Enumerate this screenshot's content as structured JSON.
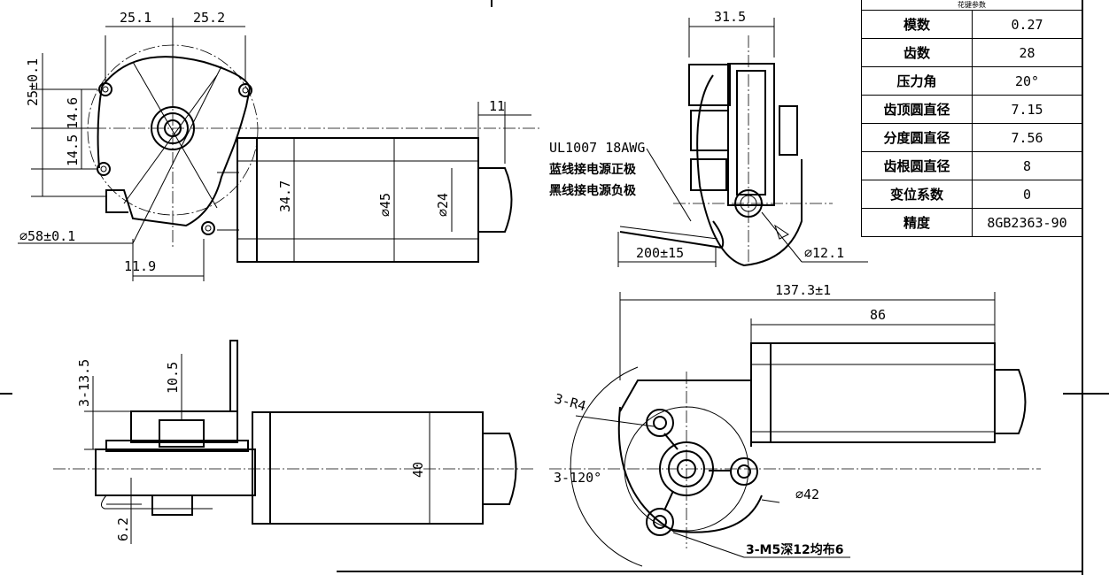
{
  "dimensions": {
    "d25_1": "25.1",
    "d25_2": "25.2",
    "d25_tol": "25±0.1",
    "d14_6": "14.6",
    "d14_5": "14.5",
    "d58": "∅58±0.1",
    "d11_9": "11.9",
    "d34_7": "34.7",
    "d45": "∅45",
    "d24": "∅24",
    "d11": "11",
    "d31_5": "31.5",
    "d200": "200±15",
    "d12_1": "∅12.1",
    "d137": "137.3±1",
    "d86": "86",
    "d3r4": "3-R4",
    "d3_120": "3-120°",
    "d42": "∅42",
    "d3m5": "3-M5深12均布6",
    "d3_13_5": "3-13.5",
    "d10_5": "10.5",
    "d40": "40",
    "d6_2": "6.2"
  },
  "wire_note": {
    "line1": "UL1007 18AWG",
    "line2": "蓝线接电源正极",
    "line3": "黑线接电源负极"
  },
  "gear_table": {
    "header": "花键参数",
    "rows": [
      {
        "label": "模数",
        "value": "0.27"
      },
      {
        "label": "齿数",
        "value": "28"
      },
      {
        "label": "压力角",
        "value": "20°"
      },
      {
        "label": "齿顶圆直径",
        "value": "7.15"
      },
      {
        "label": "分度圆直径",
        "value": "7.56"
      },
      {
        "label": "齿根圆直径",
        "value": "8"
      },
      {
        "label": "变位系数",
        "value": "0"
      },
      {
        "label": "精度",
        "value": "8GB2363-90"
      }
    ]
  }
}
